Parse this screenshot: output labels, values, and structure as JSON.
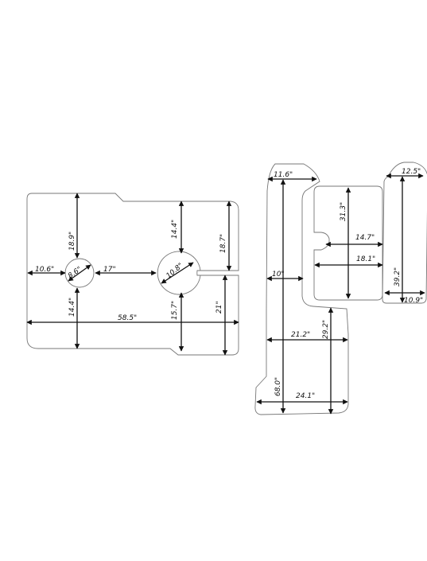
{
  "drawing": {
    "stroke_color": "#111111",
    "outline_color": "#777777",
    "background": "#ffffff"
  },
  "left_piece": {
    "labels": {
      "dia_left": "8.6\"",
      "dia_right": "10.8\"",
      "left_edge": "10.6\"",
      "between": "17\"",
      "top_left_vertical": "18.9\"",
      "top_mid_vertical": "14.4\"",
      "top_right_vertical": "18.7\"",
      "bottom_left_vertical": "14.4\"",
      "bottom_mid_vertical": "15.7\"",
      "bottom_right_vertical": "21\"",
      "total_width": "58.5\""
    }
  },
  "middle_piece": {
    "labels": {
      "top_width": "11.6\"",
      "neck_width": "10\"",
      "upper_width": "21.2\"",
      "right_vertical": "29.2\"",
      "total_height": "68.0\"",
      "bottom_width": "24.1\""
    }
  },
  "island_piece": {
    "labels": {
      "height": "31.3\"",
      "notch_width": "14.7\"",
      "width": "18.1\""
    }
  },
  "right_piece": {
    "labels": {
      "top_width": "12.5\"",
      "height": "39.2\"",
      "bottom_width": "10.9\""
    }
  }
}
